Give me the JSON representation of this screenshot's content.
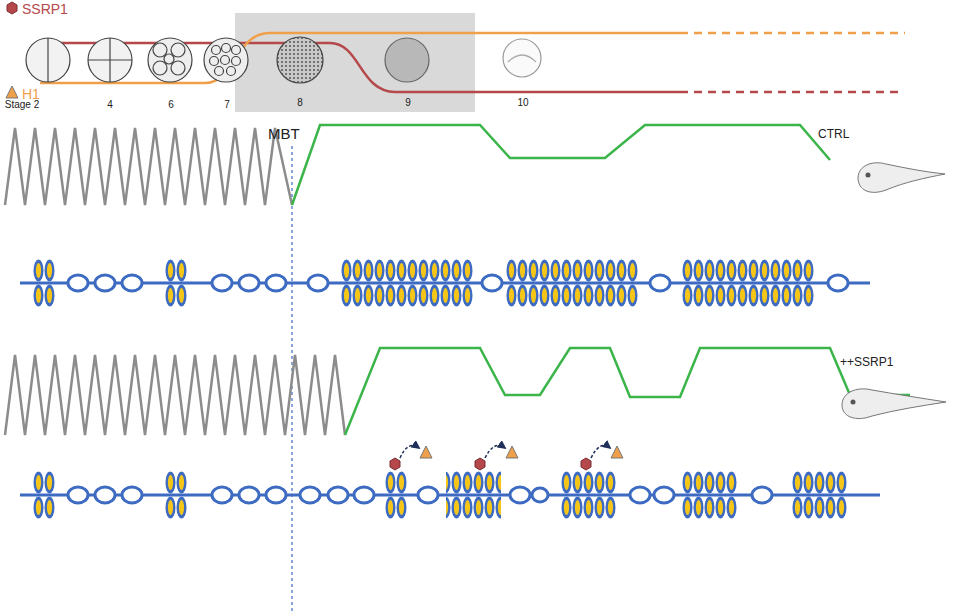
{
  "diagram": {
    "labels": [
      "Stage 2",
      "4",
      "6",
      "7",
      "8",
      "9",
      "10",
      "MBT",
      "CTRL",
      "++SSRP1"
    ],
    "legend": [
      {
        "text": "SSRP1"
      },
      {
        "text": "H1"
      }
    ]
  }
}
